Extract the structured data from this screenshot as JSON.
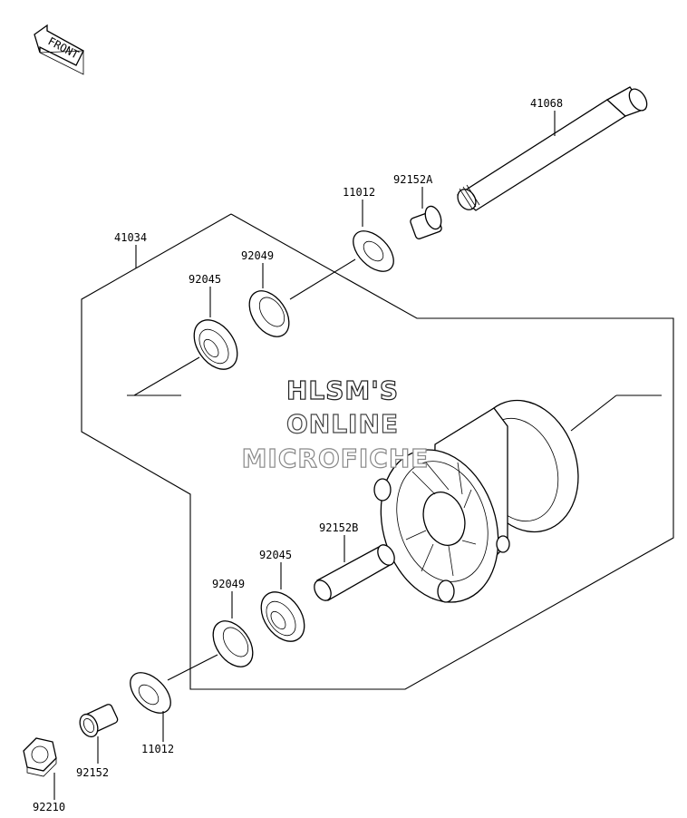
{
  "front_arrow": {
    "label": "FRONT"
  },
  "watermark": {
    "line1": "HLSM'S",
    "line2": "ONLINE",
    "line3": "MICROFICHE"
  },
  "colors": {
    "line": "#000000",
    "background": "#ffffff",
    "watermark_line1": "#222222",
    "watermark_line2": "#444444",
    "watermark_line3": "#888888"
  },
  "labels": {
    "axle": "41068",
    "collar_a": "92152A",
    "seal_top": "11012",
    "hub_assembly": "41034",
    "oil_seal_top": "92049",
    "bearing_top": "92045",
    "spacer_b": "92152B",
    "bearing_bottom": "92045",
    "oil_seal_bottom": "92049",
    "seal_bottom": "11012",
    "collar": "92152",
    "nut": "92210"
  }
}
